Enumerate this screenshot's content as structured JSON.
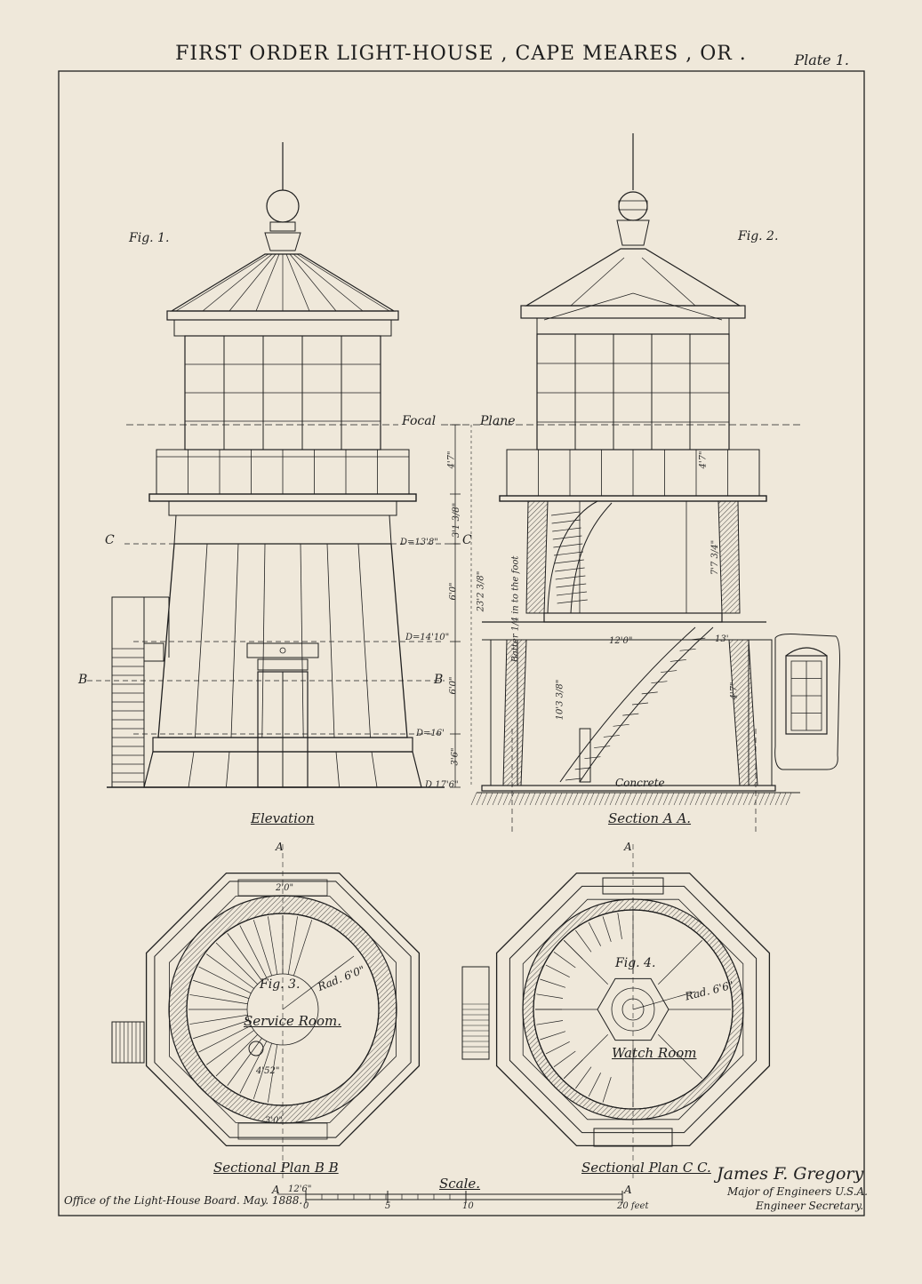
{
  "title": "FIRST ORDER LIGHT-HOUSE , CAPE MEARES , OR .",
  "plate": "Plate 1.",
  "figures": {
    "fig1": "Fig. 1.",
    "fig2": "Fig. 2.",
    "fig3": "Fig. 3.",
    "fig4": "Fig. 4."
  },
  "captions": {
    "elevation": "Elevation",
    "section_aa": "Section A A.",
    "plan_bb": "Sectional Plan B B",
    "plan_cc": "Sectional Plan C C.",
    "scale": "Scale."
  },
  "annotations": {
    "focal": "Focal",
    "plane": "Plane",
    "service_room": "Service Room.",
    "watch_room": "Watch Room",
    "rad_service": "Rad. 6'0\"",
    "rad_watch": "Rad. 6'6\"",
    "concrete": "Concrete",
    "batter": "Batter 1/4 in to the foot",
    "label_c": "C",
    "label_b": "B",
    "label_a": "A"
  },
  "dimensions": {
    "d1": "D=13'8\"",
    "d2": "D=14'10\"",
    "d3": "D=16'",
    "d4": "D 17'6\"",
    "h1": "4'7\"",
    "h2": "3'1 3/8\"",
    "h3": "6'0\"",
    "h4": "6'0\"",
    "h5": "3'6\"",
    "h_total": "23'2 3/8\"",
    "s1": "4'7\"",
    "s2": "7'7 3/4\"",
    "s3": "12'0\"",
    "s4": "13'",
    "s5": "10'3 3/8\"",
    "s6": "4'7\"",
    "p1": "2'0\"",
    "p2": "4'52\"",
    "p3": "3'0\""
  },
  "scale": {
    "left_label": "12'6\"",
    "ticks": [
      "0",
      "5",
      "10",
      "20 feet"
    ]
  },
  "footer": {
    "office": "Office of the Light-House Board. May. 1888.",
    "signature_name": "James F. Gregory",
    "signature_title1": "Major of Engineers U.S.A.",
    "signature_title2": "Engineer Secretary."
  },
  "colors": {
    "paper": "#efe8da",
    "ink": "#1f1f1f"
  }
}
